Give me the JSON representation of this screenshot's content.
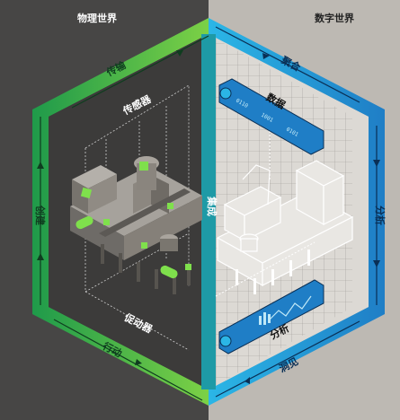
{
  "headers": {
    "physical": "物理世界",
    "digital": "数字世界"
  },
  "labels": {
    "transmit": "传输",
    "aggregate": "聚合",
    "sensors": "传感器",
    "data": "数据",
    "create": "创建",
    "integrate": "集成",
    "analyze_right": "分析",
    "actuators": "促动器",
    "analyze_bottom": "分析",
    "act": "行动",
    "insight": "洞见"
  },
  "colors": {
    "physical_bg": "#474645",
    "digital_bg": "#bdb9b3",
    "green_dark": "#1f9a4a",
    "green_light": "#7cd146",
    "blue_dark": "#1f7ec6",
    "blue_light": "#2bb6e6",
    "teal": "#1e9aa6",
    "accent_green": "#7fe04c"
  }
}
